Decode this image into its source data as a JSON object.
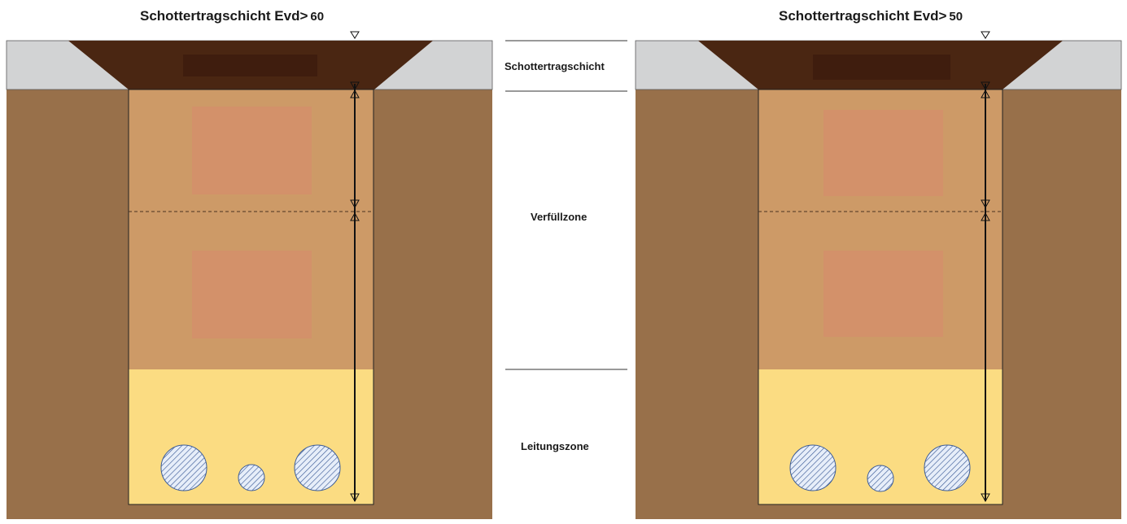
{
  "left_panel": {
    "title": "Schottertragschicht Evd>",
    "evd_value": "60"
  },
  "right_panel": {
    "title": "Schottertragschicht Evd>",
    "evd_value": "50"
  },
  "zones": {
    "base_course": "Schottertragschicht",
    "backfill": "Verfüllzone",
    "pipe_zone": "Leitungszone"
  },
  "colors": {
    "soil": "#98704a",
    "asphalt": "#d2d3d4",
    "base_course": "#4a2612",
    "backfill": "#cd9a67",
    "patch": "#d3916a",
    "pipe_bed": "#fbdc82",
    "pipe_fill": "#e7eef9",
    "pipe_hatch": "#3c5c98"
  }
}
